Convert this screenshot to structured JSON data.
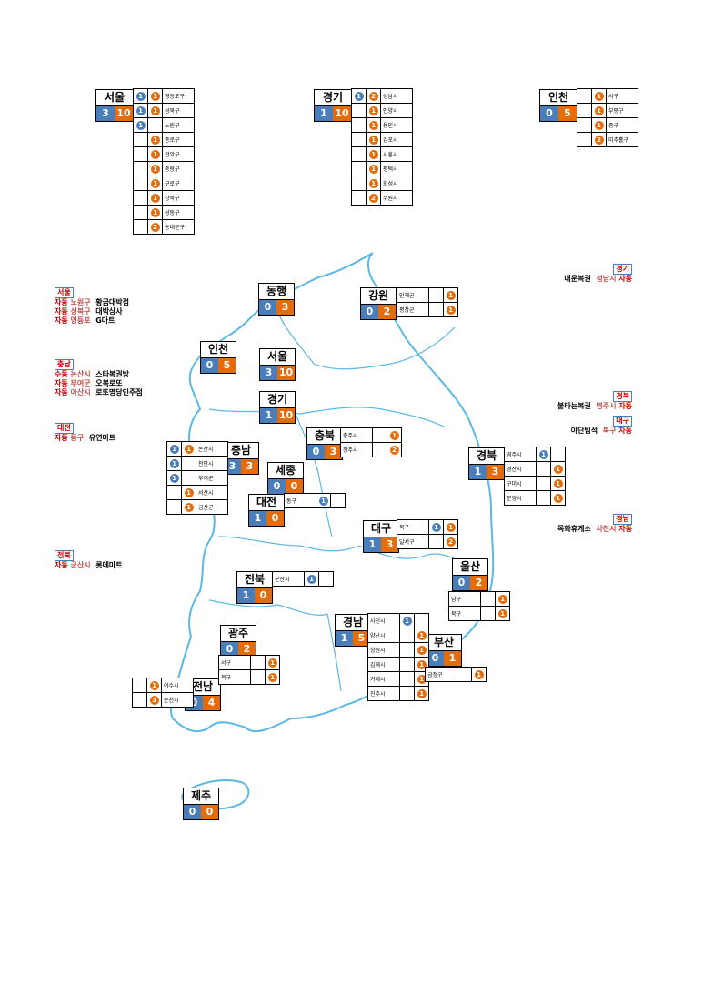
{
  "colors": {
    "first_count": "#4a7ebb",
    "second_count": "#e46c0a",
    "map_line": "#5bb8e6"
  },
  "top_tables": [
    {
      "id": "seoul",
      "name": "서울",
      "a": "3",
      "b": "10",
      "rows": [
        {
          "label": "영등포구",
          "a": "1",
          "b": "1"
        },
        {
          "label": "성북구",
          "a": "1",
          "b": "1"
        },
        {
          "label": "노원구",
          "a": "1",
          "b": ""
        },
        {
          "label": "종로구",
          "a": "",
          "b": "1"
        },
        {
          "label": "관악구",
          "a": "",
          "b": "1"
        },
        {
          "label": "중랑구",
          "a": "",
          "b": "1"
        },
        {
          "label": "구로구",
          "a": "",
          "b": "1"
        },
        {
          "label": "강북구",
          "a": "",
          "b": "1"
        },
        {
          "label": "성동구",
          "a": "",
          "b": "1"
        },
        {
          "label": "동대문구",
          "a": "",
          "b": "2"
        }
      ]
    },
    {
      "id": "gyeonggi",
      "name": "경기",
      "a": "1",
      "b": "10",
      "rows": [
        {
          "label": "성남시",
          "a": "1",
          "b": "2"
        },
        {
          "label": "안양시",
          "a": "",
          "b": "1"
        },
        {
          "label": "용인시",
          "a": "",
          "b": "1"
        },
        {
          "label": "김포시",
          "a": "",
          "b": "1"
        },
        {
          "label": "시흥시",
          "a": "",
          "b": "1"
        },
        {
          "label": "평택시",
          "a": "",
          "b": "1"
        },
        {
          "label": "화성시",
          "a": "",
          "b": "1"
        },
        {
          "label": "수원시",
          "a": "",
          "b": "2"
        }
      ]
    },
    {
      "id": "incheon",
      "name": "인천",
      "a": "0",
      "b": "5",
      "rows": [
        {
          "label": "서구",
          "a": "",
          "b": "1"
        },
        {
          "label": "부평구",
          "a": "",
          "b": "1"
        },
        {
          "label": "중구",
          "a": "",
          "b": "1"
        },
        {
          "label": "미추홀구",
          "a": "",
          "b": "2"
        }
      ]
    }
  ],
  "map_regions": [
    {
      "id": "donghae",
      "name": "동행",
      "a": "0",
      "b": "3"
    },
    {
      "id": "gangwon",
      "name": "강원",
      "a": "0",
      "b": "2"
    },
    {
      "id": "incheon",
      "name": "인천",
      "a": "0",
      "b": "5"
    },
    {
      "id": "seoul",
      "name": "서울",
      "a": "3",
      "b": "10"
    },
    {
      "id": "gyeonggi",
      "name": "경기",
      "a": "1",
      "b": "10"
    },
    {
      "id": "chungbuk",
      "name": "충북",
      "a": "0",
      "b": "3"
    },
    {
      "id": "chungnam",
      "name": "충남",
      "a": "3",
      "b": "3"
    },
    {
      "id": "sejong",
      "name": "세종",
      "a": "0",
      "b": "0"
    },
    {
      "id": "daejeon",
      "name": "대전",
      "a": "1",
      "b": "0"
    },
    {
      "id": "gyeongbuk",
      "name": "경북",
      "a": "1",
      "b": "3"
    },
    {
      "id": "daegu",
      "name": "대구",
      "a": "1",
      "b": "3"
    },
    {
      "id": "ulsan",
      "name": "울산",
      "a": "0",
      "b": "2"
    },
    {
      "id": "jeonbuk",
      "name": "전북",
      "a": "1",
      "b": "0"
    },
    {
      "id": "gwangju",
      "name": "광주",
      "a": "0",
      "b": "2"
    },
    {
      "id": "gyeongnam",
      "name": "경남",
      "a": "1",
      "b": "5"
    },
    {
      "id": "busan",
      "name": "부산",
      "a": "0",
      "b": "1"
    },
    {
      "id": "jeonnam",
      "name": "전남",
      "a": "0",
      "b": "4"
    },
    {
      "id": "jeju",
      "name": "제주",
      "a": "0",
      "b": "0"
    }
  ],
  "detail_tables": {
    "gangwon": [
      {
        "label": "인제군",
        "a": "",
        "b": "1"
      },
      {
        "label": "평창군",
        "a": "",
        "b": "1"
      }
    ],
    "chungbuk": [
      {
        "label": "충주시",
        "a": "",
        "b": "1"
      },
      {
        "label": "청주시",
        "a": "",
        "b": "2"
      }
    ],
    "chungnam": [
      {
        "label": "논산시",
        "a": "1",
        "b": "1"
      },
      {
        "label": "천안시",
        "a": "1",
        "b": ""
      },
      {
        "label": "부여군",
        "a": "1",
        "b": ""
      },
      {
        "label": "서산시",
        "a": "",
        "b": "1"
      },
      {
        "label": "금산군",
        "a": "",
        "b": "1"
      }
    ],
    "daejeon": [
      {
        "label": "동구",
        "a": "1",
        "b": ""
      }
    ],
    "gyeongbuk": [
      {
        "label": "영주시",
        "a": "1",
        "b": ""
      },
      {
        "label": "경산시",
        "a": "",
        "b": "1"
      },
      {
        "label": "구미시",
        "a": "",
        "b": "1"
      },
      {
        "label": "문경시",
        "a": "",
        "b": "1"
      }
    ],
    "daegu": [
      {
        "label": "북구",
        "a": "1",
        "b": "1"
      },
      {
        "label": "달서구",
        "a": "",
        "b": "2"
      }
    ],
    "ulsan": [
      {
        "label": "남구",
        "a": "",
        "b": "1"
      },
      {
        "label": "북구",
        "a": "",
        "b": "1"
      }
    ],
    "jeonbuk": [
      {
        "label": "군산시",
        "a": "1",
        "b": ""
      }
    ],
    "gwangju": [
      {
        "label": "서구",
        "a": "",
        "b": "1"
      },
      {
        "label": "북구",
        "a": "",
        "b": "1"
      }
    ],
    "gyeongnam": [
      {
        "label": "사천시",
        "a": "1",
        "b": ""
      },
      {
        "label": "양산시",
        "a": "",
        "b": "1"
      },
      {
        "label": "창원시",
        "a": "",
        "b": "1"
      },
      {
        "label": "김해시",
        "a": "",
        "b": "1"
      },
      {
        "label": "거제시",
        "a": "",
        "b": "1"
      },
      {
        "label": "진주시",
        "a": "",
        "b": "1"
      }
    ],
    "busan": [
      {
        "label": "금정구",
        "a": "",
        "b": "1"
      }
    ],
    "jeonnam": [
      {
        "label": "여수시",
        "a": "",
        "b": "1"
      },
      {
        "label": "순천시",
        "a": "",
        "b": "3"
      }
    ]
  },
  "notes_left": [
    {
      "tag": "서울",
      "rows": [
        {
          "k": "자동",
          "v": "노원구",
          "s": "황금대박점"
        },
        {
          "k": "자동",
          "v": "성북구",
          "s": "대박상사"
        },
        {
          "k": "자동",
          "v": "영등포",
          "s": "G마트"
        }
      ]
    },
    {
      "tag": "충남",
      "rows": [
        {
          "k": "수동",
          "v": "논산시",
          "s": "스타복권방"
        },
        {
          "k": "자동",
          "v": "부여군",
          "s": "오복로또"
        },
        {
          "k": "자동",
          "v": "아산시",
          "s": "로또명당인주점"
        }
      ]
    },
    {
      "tag": "대전",
      "rows": [
        {
          "k": "자동",
          "v": "동구",
          "s": "유연마트"
        }
      ]
    },
    {
      "tag": "전북",
      "rows": [
        {
          "k": "자동",
          "v": "군산시",
          "s": "롯데마트"
        }
      ]
    }
  ],
  "notes_right": [
    {
      "tag": "경기",
      "rows": [
        {
          "s": "대운복권",
          "v": "성남시",
          "k": "자동"
        }
      ]
    },
    {
      "tag": "경북",
      "rows": [
        {
          "s": "불타는복권",
          "v": "영주시",
          "k": "자동"
        }
      ]
    },
    {
      "tag": "대구",
      "rows": [
        {
          "s": "아단빔석",
          "v": "북구",
          "k": "자동"
        }
      ]
    },
    {
      "tag": "경남",
      "rows": [
        {
          "s": "목화휴게소",
          "v": "사천시",
          "k": "자동"
        }
      ]
    }
  ]
}
